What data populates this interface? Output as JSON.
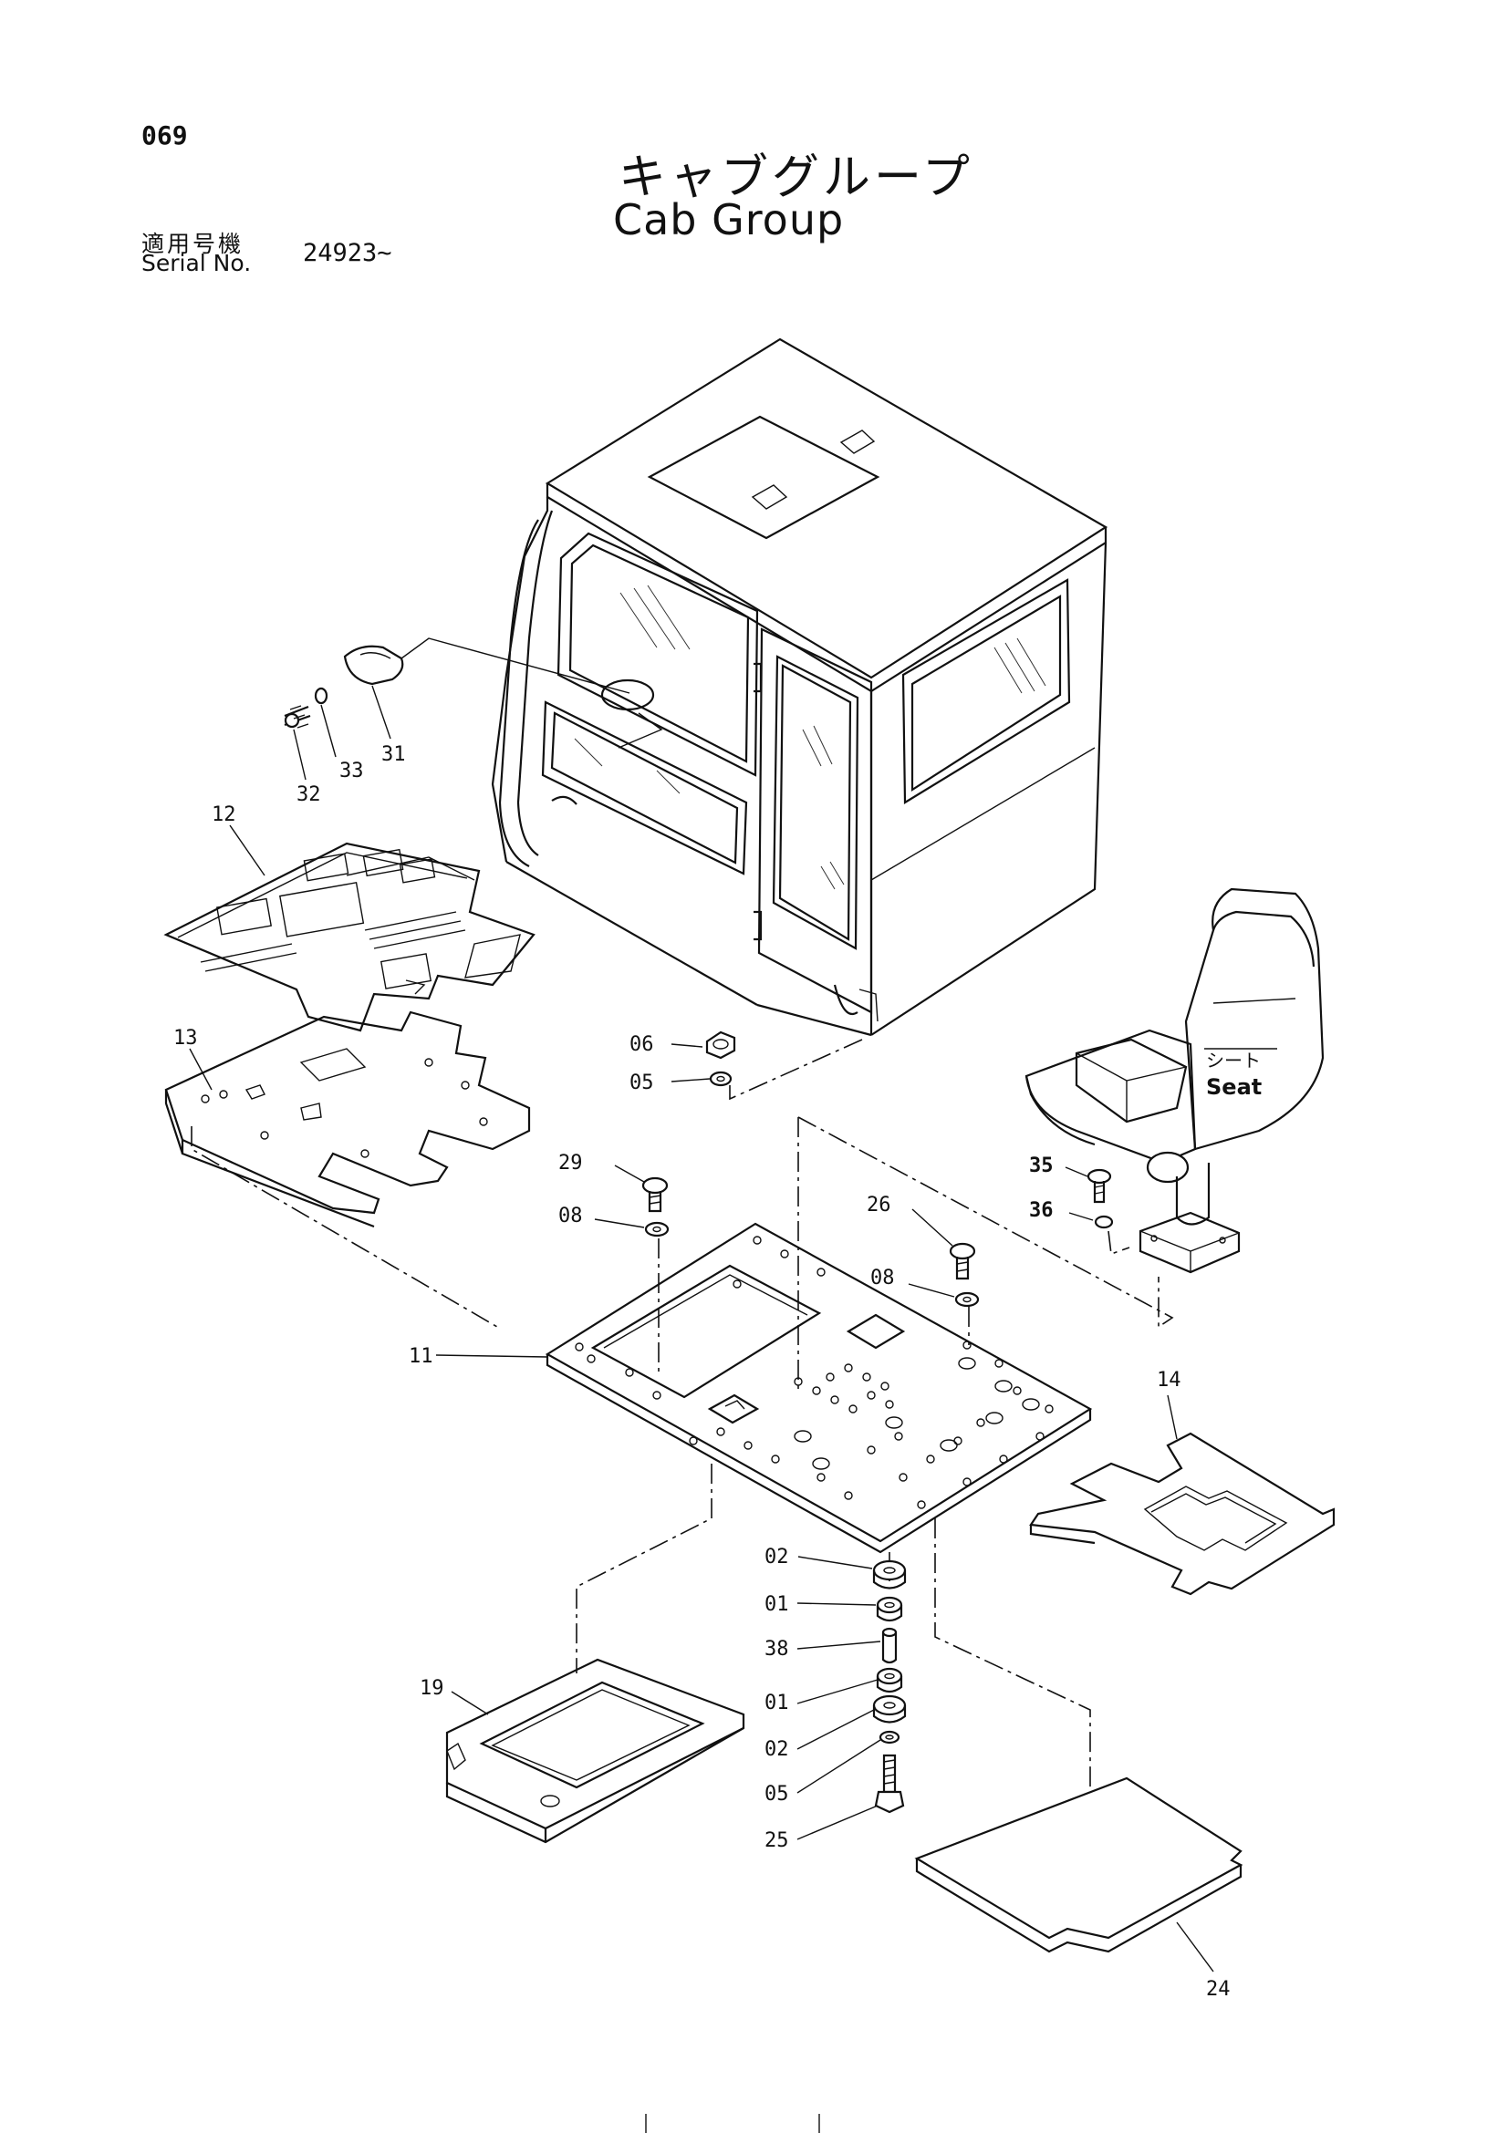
{
  "page_number": "069",
  "title_ja": "キャブグループ",
  "title_en": "Cab Group",
  "serial": {
    "label_ja": "適用号機",
    "label_en": "Serial No.",
    "value": "24923~"
  },
  "seat_label": {
    "ja": "シート",
    "en": "Seat"
  },
  "parts": [
    {
      "id": "p31",
      "label": "31"
    },
    {
      "id": "p33",
      "label": "33"
    },
    {
      "id": "p32",
      "label": "32"
    },
    {
      "id": "p12",
      "label": "12"
    },
    {
      "id": "p13",
      "label": "13"
    },
    {
      "id": "p06",
      "label": "06"
    },
    {
      "id": "p05a",
      "label": "05"
    },
    {
      "id": "p29",
      "label": "29"
    },
    {
      "id": "p08a",
      "label": "08"
    },
    {
      "id": "p26",
      "label": "26"
    },
    {
      "id": "p08b",
      "label": "08"
    },
    {
      "id": "p35",
      "label": "35"
    },
    {
      "id": "p36",
      "label": "36"
    },
    {
      "id": "p11",
      "label": "11"
    },
    {
      "id": "p14",
      "label": "14"
    },
    {
      "id": "p02a",
      "label": "02"
    },
    {
      "id": "p01a",
      "label": "01"
    },
    {
      "id": "p38",
      "label": "38"
    },
    {
      "id": "p01b",
      "label": "01"
    },
    {
      "id": "p02b",
      "label": "02"
    },
    {
      "id": "p05b",
      "label": "05"
    },
    {
      "id": "p25",
      "label": "25"
    },
    {
      "id": "p19",
      "label": "19"
    },
    {
      "id": "p24",
      "label": "24"
    }
  ]
}
